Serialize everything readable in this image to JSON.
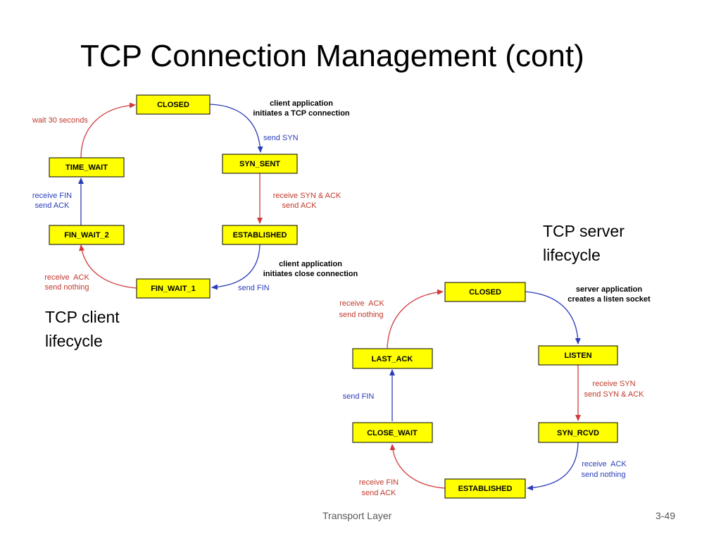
{
  "title": "TCP Connection Management (cont)",
  "colors": {
    "state_fill": "#ffff00",
    "state_border": "#000000",
    "blue_arrow": "#2b3db8",
    "red_arrow": "#d03a3a",
    "blue_text": "#2b3db8",
    "red_text": "#c0392b"
  },
  "client": {
    "caption": [
      "TCP client",
      "lifecycle"
    ],
    "states": {
      "closed": "CLOSED",
      "syn_sent": "SYN_SENT",
      "established": "ESTABLISHED",
      "fin_wait_1": "FIN_WAIT_1",
      "fin_wait_2": "FIN_WAIT_2",
      "time_wait": "TIME_WAIT"
    },
    "notes": {
      "open_app": [
        "client application",
        "initiates a TCP connection"
      ],
      "close_app": [
        "client application",
        "initiates close connection"
      ]
    },
    "transitions": {
      "send_syn": [
        "send SYN"
      ],
      "recv_synack": [
        "receive SYN & ACK",
        "send ACK"
      ],
      "send_fin": [
        "send FIN"
      ],
      "recv_ack": [
        "receive  ACK",
        "send nothing"
      ],
      "recv_fin": [
        "receive FIN",
        "send ACK"
      ],
      "wait": [
        "wait 30 seconds"
      ]
    }
  },
  "server": {
    "caption": [
      "TCP server",
      "lifecycle"
    ],
    "states": {
      "closed": "CLOSED",
      "listen": "LISTEN",
      "syn_rcvd": "SYN_RCVD",
      "established": "ESTABLISHED",
      "close_wait": "CLOSE_WAIT",
      "last_ack": "LAST_ACK"
    },
    "notes": {
      "server_app": [
        "server application",
        "creates a listen socket"
      ]
    },
    "transitions": {
      "recv_syn": [
        "receive SYN",
        "send SYN & ACK"
      ],
      "recv_ack": [
        "receive  ACK",
        "send nothing"
      ],
      "recv_fin": [
        "receive FIN",
        "send ACK"
      ],
      "send_fin": [
        "send FIN"
      ],
      "last_recv_ack": [
        "receive  ACK",
        "send nothing"
      ]
    }
  },
  "footer": {
    "center": "Transport Layer",
    "page": "3-49"
  }
}
